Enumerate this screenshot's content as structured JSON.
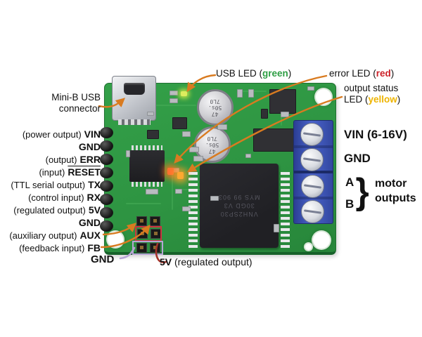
{
  "colors": {
    "annotation_orange": "#d97b20",
    "annotation_dark_red": "#a5332a",
    "annotation_lavender": "#b7a4d4",
    "jumper_box_red": "#cc3340",
    "jumper_box_lavender": "#b7a4d4",
    "word_green": "#2e9e44",
    "word_red": "#cc2229",
    "word_yellow": "#eeb400",
    "pcb_green": "#2e9442",
    "terminal_blue": "#4a63cc"
  },
  "labels": {
    "usb_connector": {
      "line1": "Mini-B USB",
      "line2": "connector"
    },
    "left_pins": [
      {
        "desc": "(power output)",
        "pin": "VIN"
      },
      {
        "desc": "",
        "pin": "GND"
      },
      {
        "desc": "(output)",
        "pin": "ERR"
      },
      {
        "desc": "(input)",
        "pin": "RESET",
        "overline": true
      },
      {
        "desc": "(TTL serial output)",
        "pin": "TX"
      },
      {
        "desc": "(control input)",
        "pin": "RX"
      },
      {
        "desc": "(regulated output)",
        "pin": "5V"
      },
      {
        "desc": "",
        "pin": "GND"
      },
      {
        "desc": "(auxiliary output)",
        "pin": "AUX"
      },
      {
        "desc": "(feedback input)",
        "pin": "FB"
      }
    ],
    "bottom_gnd": "GND",
    "bottom_5v": {
      "pin": "5V",
      "desc": " (regulated output)"
    },
    "usb_led": {
      "prefix": "USB LED (",
      "color_word": "green",
      "suffix": ")"
    },
    "error_led": {
      "prefix": "error LED (",
      "color_word": "red",
      "suffix": ")"
    },
    "status_led": {
      "line1": "output status",
      "prefix": "LED (",
      "color_word": "yellow",
      "suffix": ")"
    },
    "right": {
      "vin": "VIN (6-16V)",
      "gnd": "GND",
      "a": "A",
      "b": "B",
      "brace": "}",
      "motor_line1": "motor",
      "motor_line2": "outputs"
    }
  },
  "board": {
    "cap_lines": [
      "47",
      "50s.",
      "7L0"
    ],
    "chip_lines": [
      "VNH2SP30",
      "30GD V3",
      "MYS 99 903"
    ]
  }
}
